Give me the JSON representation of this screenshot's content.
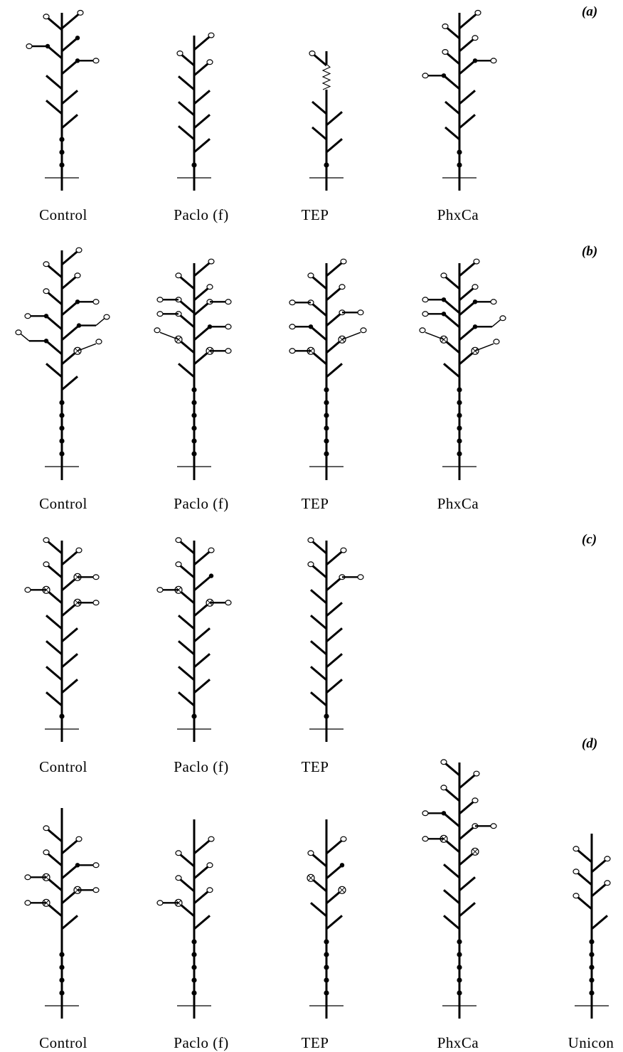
{
  "panels": [
    {
      "label": "(a)",
      "plants": [
        "Control",
        "Paclo (f)",
        "TEP",
        "PhxCa"
      ]
    },
    {
      "label": "(b)",
      "plants": [
        "Control",
        "Paclo (f)",
        "TEP",
        "PhxCa"
      ]
    },
    {
      "label": "(c)",
      "plants": [
        "Control",
        "Paclo (f)",
        "TEP"
      ]
    },
    {
      "label": "(d)",
      "plants": [
        "Control",
        "Paclo (f)",
        "TEP",
        "PhxCa",
        "Unicon"
      ]
    }
  ],
  "legend_symbols": [
    "open-circle",
    "filled-circle",
    "crossed-circle",
    "zigzag-break"
  ],
  "colors": {
    "ink": "#000000",
    "background": "#ffffff"
  }
}
